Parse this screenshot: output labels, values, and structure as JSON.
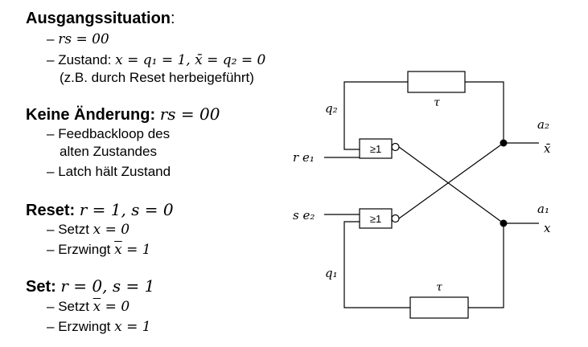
{
  "sections": {
    "ausgang": {
      "title": "Ausgangssituation",
      "title_suffix": ":",
      "item1_math": "rs = 00",
      "item2_text": "Zustand: ",
      "item2_math": "x = q₁ = 1, x̄ = q₂ = 0",
      "item3_text": "(z.B. durch Reset herbeigeführt)"
    },
    "keine": {
      "title": "Keine Änderung:",
      "title_math": "rs = 00",
      "item1": "Feedbackloop des",
      "item1b": "alten Zustandes",
      "item2": "Latch hält Zustand"
    },
    "reset": {
      "title": "Reset:",
      "title_math": "r = 1, s = 0",
      "item1_text": "Setzt ",
      "item1_math": "x = 0",
      "item2_text": "Erzwingt ",
      "item2_var": "x",
      "item2_math": " = 1"
    },
    "set": {
      "title": "Set:",
      "title_math": "r = 0, s = 1",
      "item1_text": "Setzt ",
      "item1_var": "x",
      "item1_math": " = 0",
      "item2_text": "Erzwingt ",
      "item2_math": "x = 1"
    }
  },
  "bullet": "–",
  "diagram": {
    "gate_top_label": "≥1",
    "gate_bottom_label": "≥1",
    "tau_top": "τ",
    "tau_bottom": "τ",
    "q2_label": "q₂",
    "q1_label": "q₁",
    "r_input": "r e₁",
    "s_input": "s e₂",
    "a2_label": "a₂",
    "xbar_label": "x̄",
    "a1_label": "a₁",
    "x_label": "x"
  }
}
